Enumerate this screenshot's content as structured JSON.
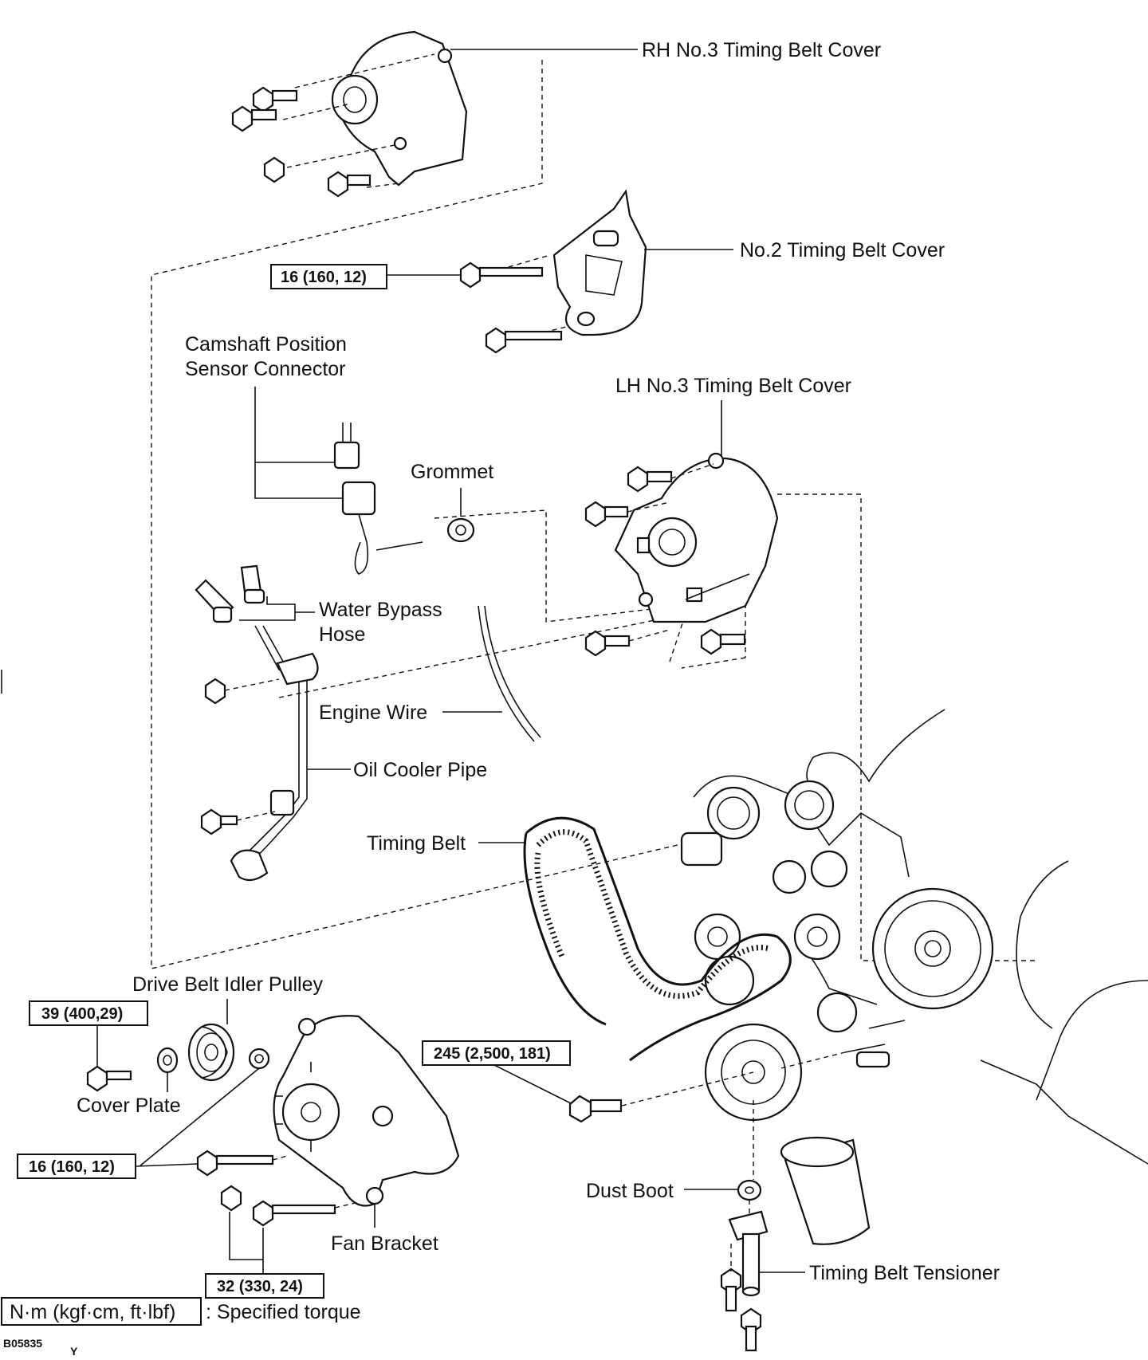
{
  "labels": {
    "rh_no3_cover": "RH No.3 Timing Belt Cover",
    "no2_cover": "No.2 Timing Belt Cover",
    "cam_sensor_line1": "Camshaft Position",
    "cam_sensor_line2": "Sensor Connector",
    "lh_no3_cover": "LH No.3 Timing Belt Cover",
    "grommet": "Grommet",
    "water_bypass_line1": "Water Bypass",
    "water_bypass_line2": "Hose",
    "engine_wire": "Engine Wire",
    "oil_cooler_pipe": "Oil Cooler Pipe",
    "timing_belt": "Timing Belt",
    "drive_belt_idler": "Drive Belt Idler Pulley",
    "cover_plate": "Cover Plate",
    "fan_bracket": "Fan Bracket",
    "dust_boot": "Dust Boot",
    "tensioner": "Timing Belt Tensioner"
  },
  "torques": {
    "no2_cover_bolt": "16 (160, 12)",
    "idler_bolt": "39 (400,29)",
    "crank_bolt": "245 (2,500, 181)",
    "fan_bracket_bolt": "16 (160, 12)",
    "fan_bracket_nut": "32 (330, 24)"
  },
  "legend": {
    "unit_box": "N·m (kgf·cm, ft·lbf)",
    "unit_desc": ": Specified torque"
  },
  "figure_code": "B05835",
  "figure_suffix": "Y"
}
